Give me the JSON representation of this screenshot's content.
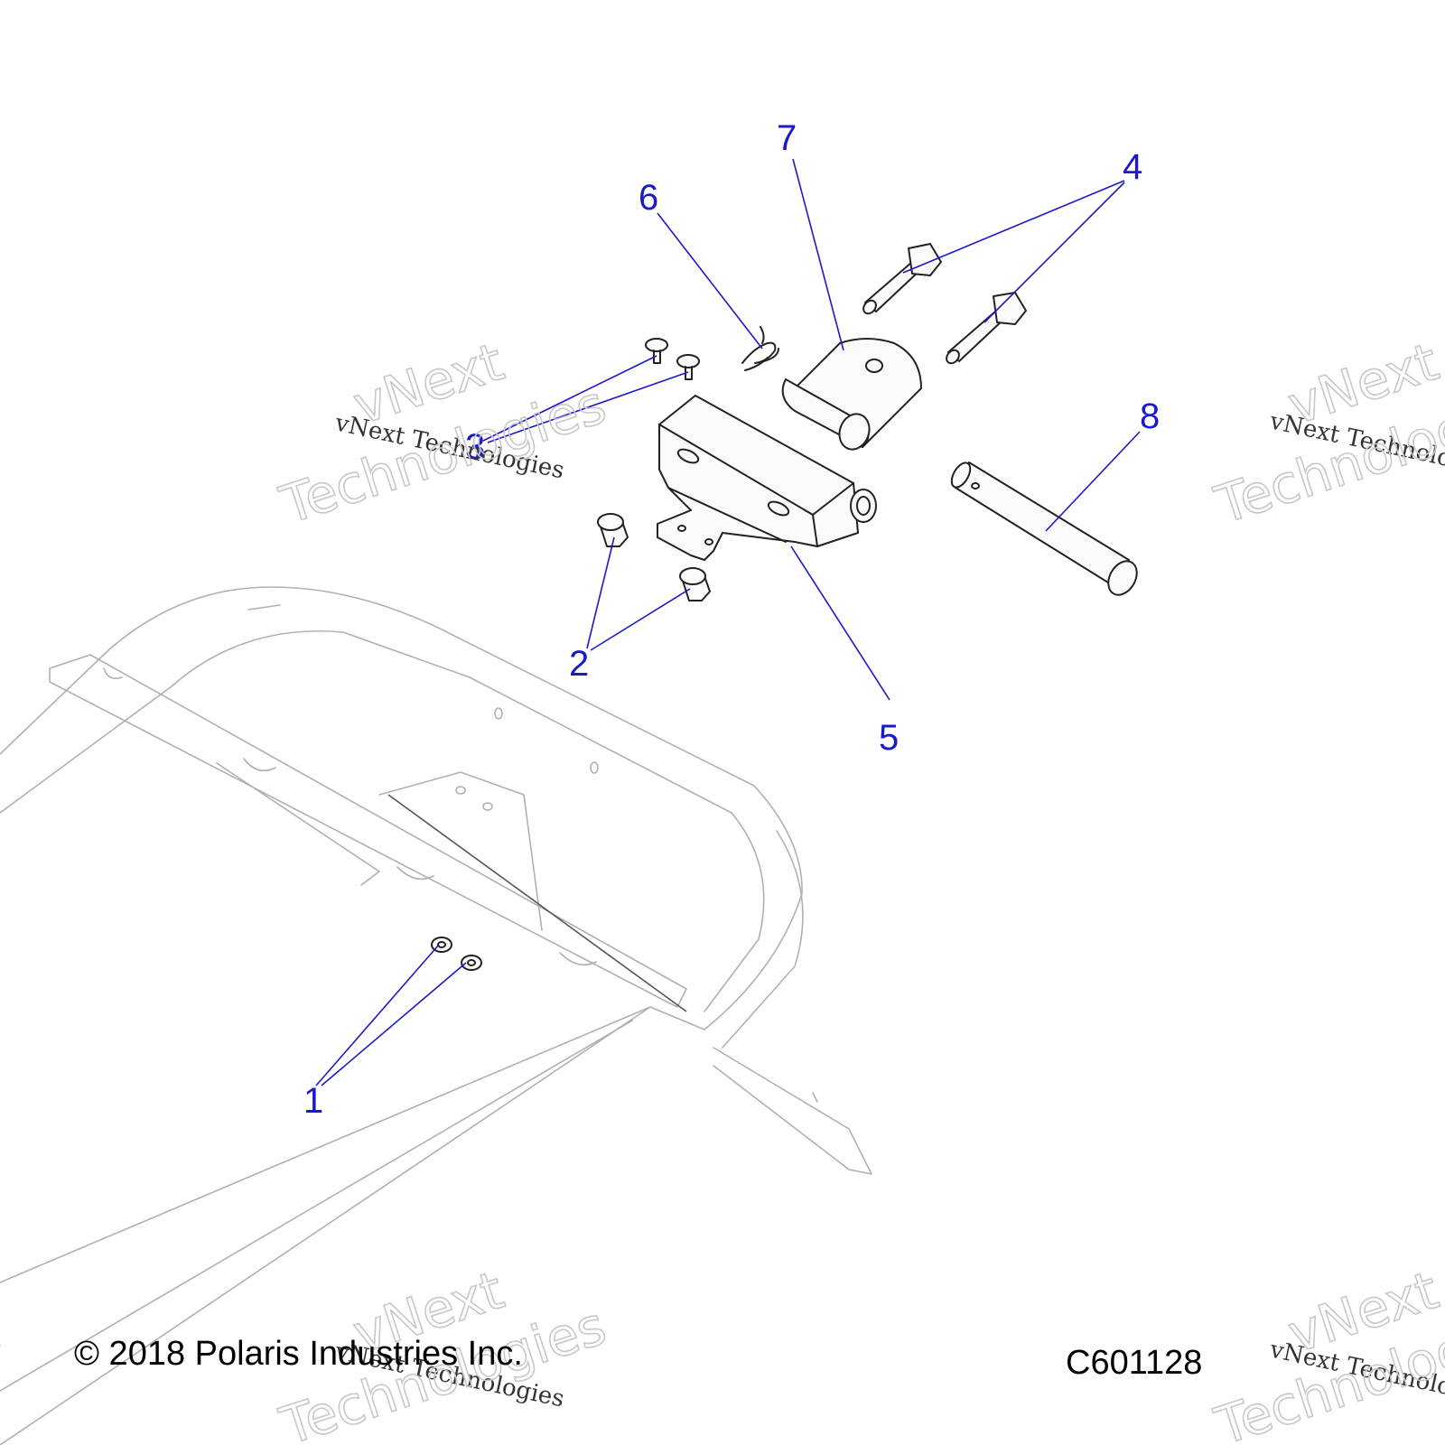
{
  "callouts": [
    {
      "id": "1",
      "label": "1"
    },
    {
      "id": "2",
      "label": "2"
    },
    {
      "id": "3",
      "label": "3"
    },
    {
      "id": "4",
      "label": "4"
    },
    {
      "id": "5",
      "label": "5"
    },
    {
      "id": "6",
      "label": "6"
    },
    {
      "id": "7",
      "label": "7"
    },
    {
      "id": "8",
      "label": "8"
    }
  ],
  "footer": {
    "copyright": "© 2018 Polaris Industries Inc.",
    "figure_code": "C601128"
  },
  "watermark": {
    "line": "vNext Technologies",
    "word1": "vNext",
    "word2": "Technologies"
  },
  "colors": {
    "callout": "#1a1acc",
    "part_line": "#222222",
    "frame_line": "#b0b0b0"
  }
}
